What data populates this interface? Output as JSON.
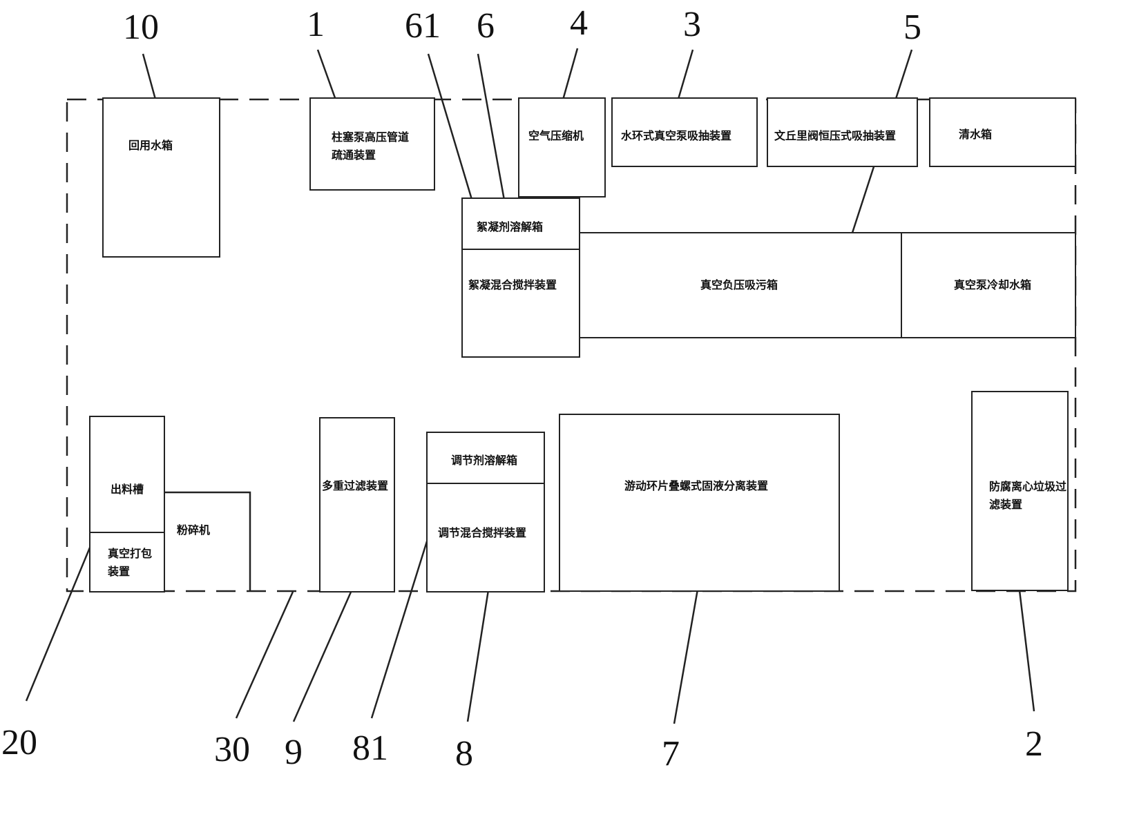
{
  "devices": {
    "recycle_tank": "回用水箱",
    "plunger_pump": "柱塞泵高压管道疏通装置",
    "air_compressor": "空气压缩机",
    "water_ring_pump": "水环式真空泵吸抽装置",
    "venturi_pump": "文丘里阀恒压式吸抽装置",
    "clean_water_tank": "清水箱",
    "flocculant_dissolving": "絮凝剂溶解箱",
    "flocculant_mixing": "絮凝混合搅拌装置",
    "vacuum_sewage_tank": "真空负压吸污箱",
    "vacuum_cooling_tank": "真空泵冷却水箱",
    "discharge_trough": "出料槽",
    "vacuum_packing": "真空打包装置",
    "crusher": "粉碎机",
    "multi_filter": "多重过滤装置",
    "regulator_dissolving": "调节剂溶解箱",
    "regulator_mixing": "调节混合搅拌装置",
    "screw_separator": "游动环片叠螺式固液分离装置",
    "centrifugal_filter": "防腐离心垃圾过滤装置"
  },
  "labels": {
    "n10": "10",
    "n1": "1",
    "n61": "61",
    "n6": "6",
    "n4": "4",
    "n3": "3",
    "n5": "5",
    "n20": "20",
    "n30": "30",
    "n9": "9",
    "n81": "81",
    "n8": "8",
    "n7": "7",
    "n2": "2"
  },
  "colors": {
    "line": "#222222",
    "background": "#ffffff"
  }
}
